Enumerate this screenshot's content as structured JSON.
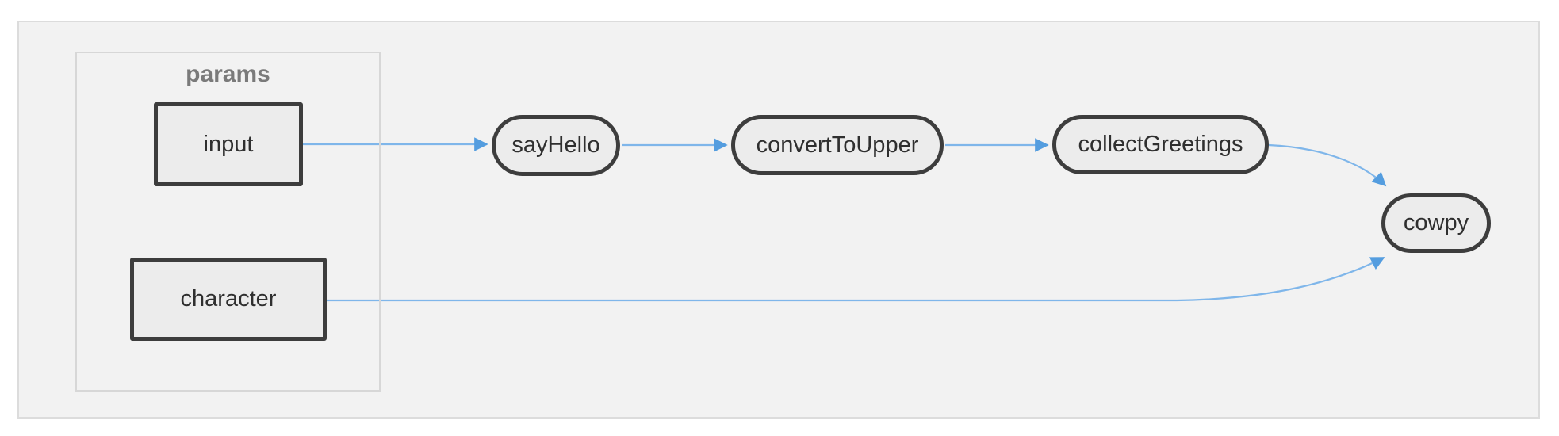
{
  "diagram": {
    "type": "flowchart",
    "direction": "left-to-right",
    "group": {
      "label": "params",
      "children": [
        "input",
        "character"
      ]
    },
    "nodes": {
      "input": {
        "label": "input",
        "shape": "rectangle",
        "group": "params"
      },
      "character": {
        "label": "character",
        "shape": "rectangle",
        "group": "params"
      },
      "sayHello": {
        "label": "sayHello",
        "shape": "stadium"
      },
      "convertToUpper": {
        "label": "convertToUpper",
        "shape": "stadium"
      },
      "collectGreetings": {
        "label": "collectGreetings",
        "shape": "stadium"
      },
      "cowpy": {
        "label": "cowpy",
        "shape": "stadium"
      }
    },
    "edges": [
      {
        "from": "input",
        "to": "sayHello"
      },
      {
        "from": "sayHello",
        "to": "convertToUpper"
      },
      {
        "from": "convertToUpper",
        "to": "collectGreetings"
      },
      {
        "from": "collectGreetings",
        "to": "cowpy"
      },
      {
        "from": "character",
        "to": "cowpy"
      }
    ],
    "colors": {
      "edge_line": "#7fb6ea",
      "arrowhead": "#549ddf",
      "node_border": "#3d3d3d",
      "node_fill": "#ececec",
      "node_text": "#2f2f2f",
      "group_border": "#d7d7d7",
      "group_label_text": "#7a7a7a",
      "canvas_fill": "#f2f2f2",
      "canvas_border": "#dcdcdc",
      "page_background": "#ffffff"
    }
  }
}
